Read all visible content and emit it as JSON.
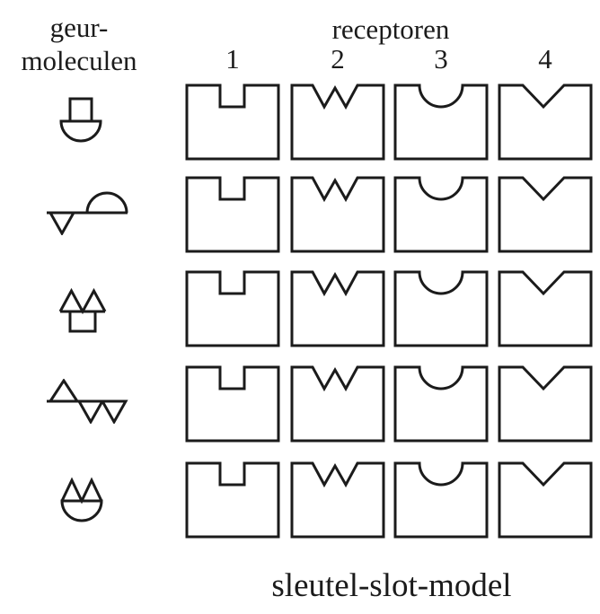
{
  "caption": "sleutel-slot-model",
  "headers": {
    "molecules_line1": "geur-",
    "molecules_line2": "moleculen",
    "receptors": "receptoren"
  },
  "receptor_columns": [
    {
      "number": "1",
      "notch": "square"
    },
    {
      "number": "2",
      "notch": "double-v"
    },
    {
      "number": "3",
      "notch": "semicircle"
    },
    {
      "number": "4",
      "notch": "v"
    }
  ],
  "molecules": [
    {
      "row": 1,
      "shape": "square-knob-on-dome"
    },
    {
      "row": 2,
      "shape": "bar-with-down-triangle-and-dome"
    },
    {
      "row": 3,
      "shape": "two-up-triangles-on-square"
    },
    {
      "row": 4,
      "shape": "bar-with-up-triangle-and-two-down-triangles"
    },
    {
      "row": 5,
      "shape": "two-up-triangles-on-dome"
    }
  ],
  "grid": {
    "rows": 5,
    "cols": 4
  },
  "colors": {
    "stroke": "#1b1b1b",
    "background": "#ffffff"
  }
}
